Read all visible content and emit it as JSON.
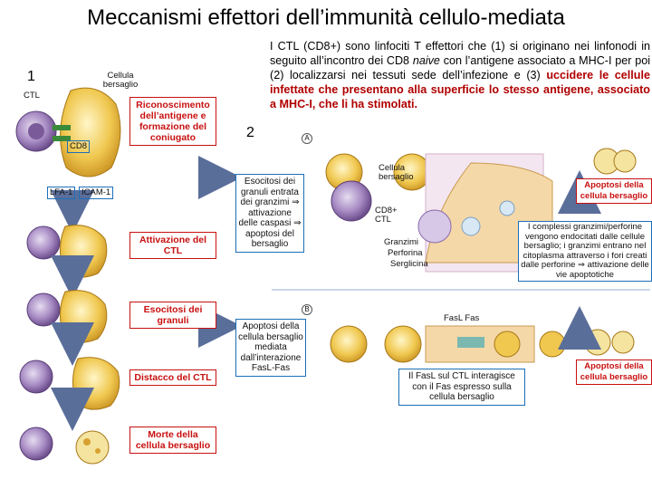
{
  "title": "Meccanismi effettori dell’immunità cellulo-mediata",
  "markers": {
    "one": "1",
    "two": "2"
  },
  "paragraph": {
    "part1": "I CTL (CD8+) sono linfociti T effettori che (1) si originano nei linfonodi in seguito all’incontro dei CD8 ",
    "italic": "naive",
    "part2": " con l’antigene associato a MHC-I per poi (2) localizzarsi nei tessuti sede dell’infezione e (3) ",
    "highlight": "uccidere le cellule infettate che presentano alla superficie lo stesso antigene, associato a MHC-I, che li ha stimolati."
  },
  "left_panel": {
    "ctl_label": "CTL",
    "target_label": "Cellula bersaglio",
    "cd8_label": "CD8",
    "lfa_label": "LFA-1",
    "icam_label": "ICAM-1",
    "step1": "Riconoscimento dell’antigene e formazione del coniugato",
    "step2": "Attivazione del CTL",
    "step3": "Esocitosi dei granuli",
    "step4": "Distacco del CTL",
    "step5": "Morte della cellula bersaglio"
  },
  "panel_a": {
    "letter": "A",
    "granule_box": "Esocitosi dei granuli entrata dei granzimi ⇒ attivazione delle caspasi ⇒ apoptosi del bersaglio",
    "target_label": "Cellula bersaglio",
    "ctl_label": "CD8+ CTL",
    "granzimi": "Granzimi",
    "perforina": "Perforina",
    "serglicina": "Serglicina",
    "apoptosis_box": "Apoptosi della cellula bersaglio",
    "complex_box": "I complessi granzimi/perforine vengono endocitati dalle cellule bersaglio; i granzimi entrano nel citoplasma attraverso i fori creati dalle perforine ⇒ attivazione delle vie apoptotiche"
  },
  "panel_b": {
    "letter": "B",
    "fas_label": "FasL Fas",
    "fasl_box": "Apoptosi della cellula bersaglio mediata dall’interazione FasL-Fas",
    "apoptosis_box": "Apoptosi della cellula bersaglio",
    "bottom_box": "Il FasL sul CTL interagisce con il Fas espresso sulla cellula bersaglio"
  },
  "colors": {
    "red": "#c81010",
    "blue": "#1c6fb8",
    "ctl": "#8a6aa8",
    "target": "#e8b830"
  }
}
